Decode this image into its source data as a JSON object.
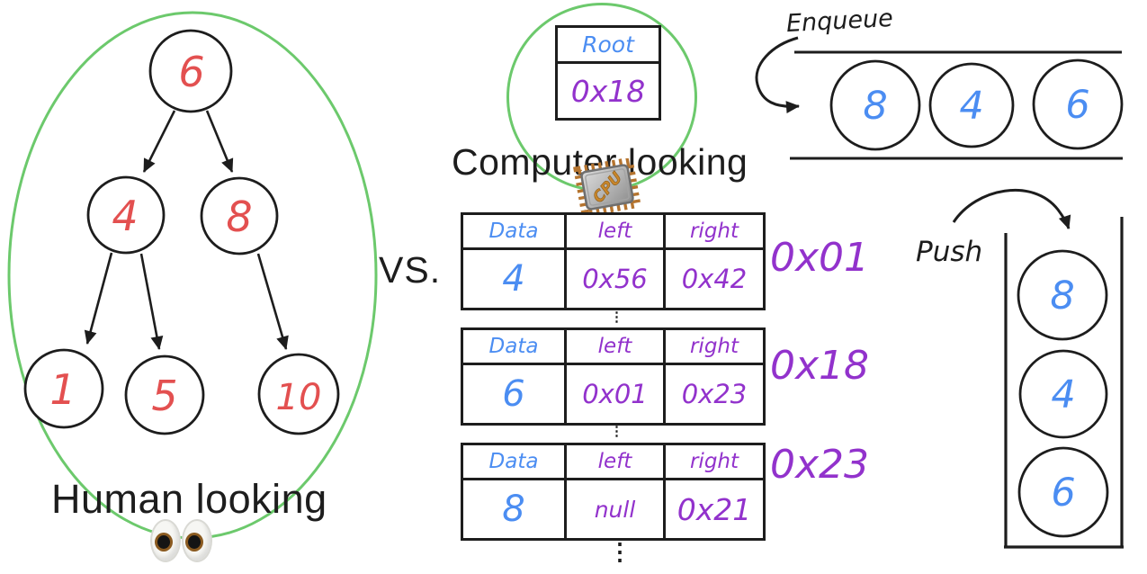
{
  "left_panel": {
    "caption": "Human looking",
    "tree": {
      "nodes": [
        {
          "name": "root",
          "value": "6"
        },
        {
          "name": "left-child",
          "value": "4"
        },
        {
          "name": "right-child",
          "value": "8"
        },
        {
          "name": "leaf-1",
          "value": "1"
        },
        {
          "name": "leaf-2",
          "value": "5"
        },
        {
          "name": "leaf-3",
          "value": "10"
        }
      ]
    }
  },
  "vs_label": "VS.",
  "middle_panel": {
    "caption": "Computer looking",
    "cpu_chip_label": "CPU",
    "root_box": {
      "header": "Root",
      "value": "0x18"
    },
    "node_tables": [
      {
        "address": "0x01",
        "headers": [
          "Data",
          "left",
          "right"
        ],
        "cells": [
          "4",
          "0x56",
          "0x42"
        ]
      },
      {
        "address": "0x18",
        "headers": [
          "Data",
          "left",
          "right"
        ],
        "cells": [
          "6",
          "0x01",
          "0x23"
        ]
      },
      {
        "address": "0x23",
        "headers": [
          "Data",
          "left",
          "right"
        ],
        "cells": [
          "8",
          "null",
          "0x21"
        ]
      }
    ],
    "connector_dots": "⋮",
    "ellipsis": "⋮"
  },
  "right_panel": {
    "queue": {
      "action_label": "Enqueue",
      "items": [
        "8",
        "4",
        "6"
      ]
    },
    "stack": {
      "action_label": "Push",
      "items": [
        "8",
        "4",
        "6"
      ]
    }
  },
  "colors": {
    "outline_green": "#6cc96c",
    "ink": "#1d1d1d",
    "tree_value_red": "#e35050",
    "data_blue": "#4b8df2",
    "pointer_purple": "#9232cc"
  }
}
